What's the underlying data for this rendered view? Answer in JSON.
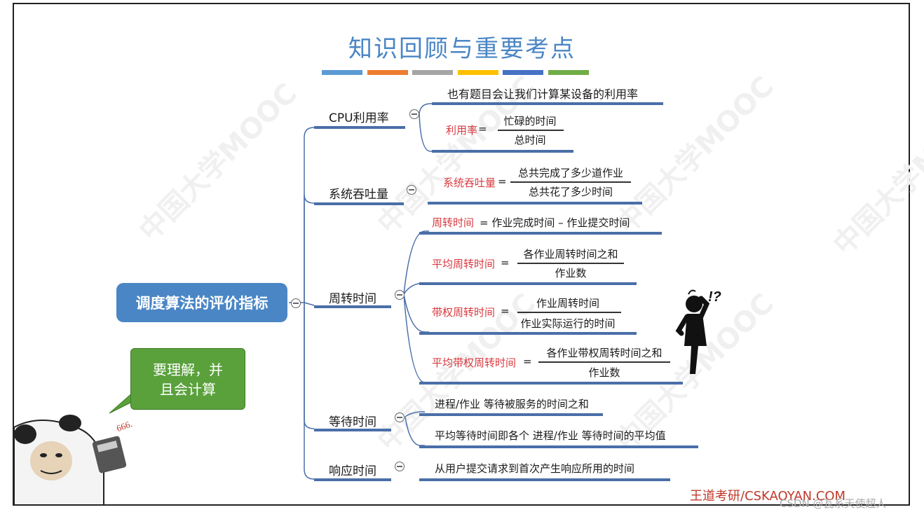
{
  "title": "知识回顾与重要考点",
  "watermark": "中国大学MOOC",
  "color_bars": [
    "#5b9bd5",
    "#ed7d31",
    "#a5a5a5",
    "#ffc000",
    "#4472c4",
    "#70ad47"
  ],
  "root": "调度算法的评价指标",
  "bubble": {
    "line1": "要理解，并",
    "line2": "且会计算"
  },
  "categories": [
    {
      "label": "CPU利用率"
    },
    {
      "label": "系统吞吐量"
    },
    {
      "label": "周转时间"
    },
    {
      "label": "等待时间"
    },
    {
      "label": "响应时间"
    }
  ],
  "cpu": {
    "note": "也有题目会让我们计算某设备的利用率",
    "formula_name": "利用率",
    "eq": " =",
    "numerator": "忙碌的时间",
    "denominator": "总时间"
  },
  "throughput": {
    "formula_name": "系统吞吐量",
    "eq": "=",
    "numerator": "总共完成了多少道作业",
    "denominator": "总共花了多少时间"
  },
  "turnaround": {
    "t1_name": "周转时间",
    "t1_rest": " = 作业完成时间 – 作业提交时间",
    "t2_name": "平均周转时间",
    "t2_eq": " =",
    "t2_num": "各作业周转时间之和",
    "t2_den": "作业数",
    "t3_name": "带权周转时间",
    "t3_eq": " =",
    "t3_num": "作业周转时间",
    "t3_den": "作业实际运行的时间",
    "t4_name": "平均带权周转时间",
    "t4_eq": " =",
    "t4_num": "各作业带权周转时间之和",
    "t4_den": "作业数"
  },
  "waiting": {
    "w1": "进程/作业 等待被服务的时间之和",
    "w2": "平均等待时间即各个 进程/作业 等待时间的平均值"
  },
  "response": {
    "r1": "从用户提交请求到首次产生响应所用的时间"
  },
  "confused_marks": "!?",
  "meme_text": "666.",
  "footer": "王道考研/CSKAOYAN.COM",
  "csdn": "CSDN @瓦系天使超人"
}
